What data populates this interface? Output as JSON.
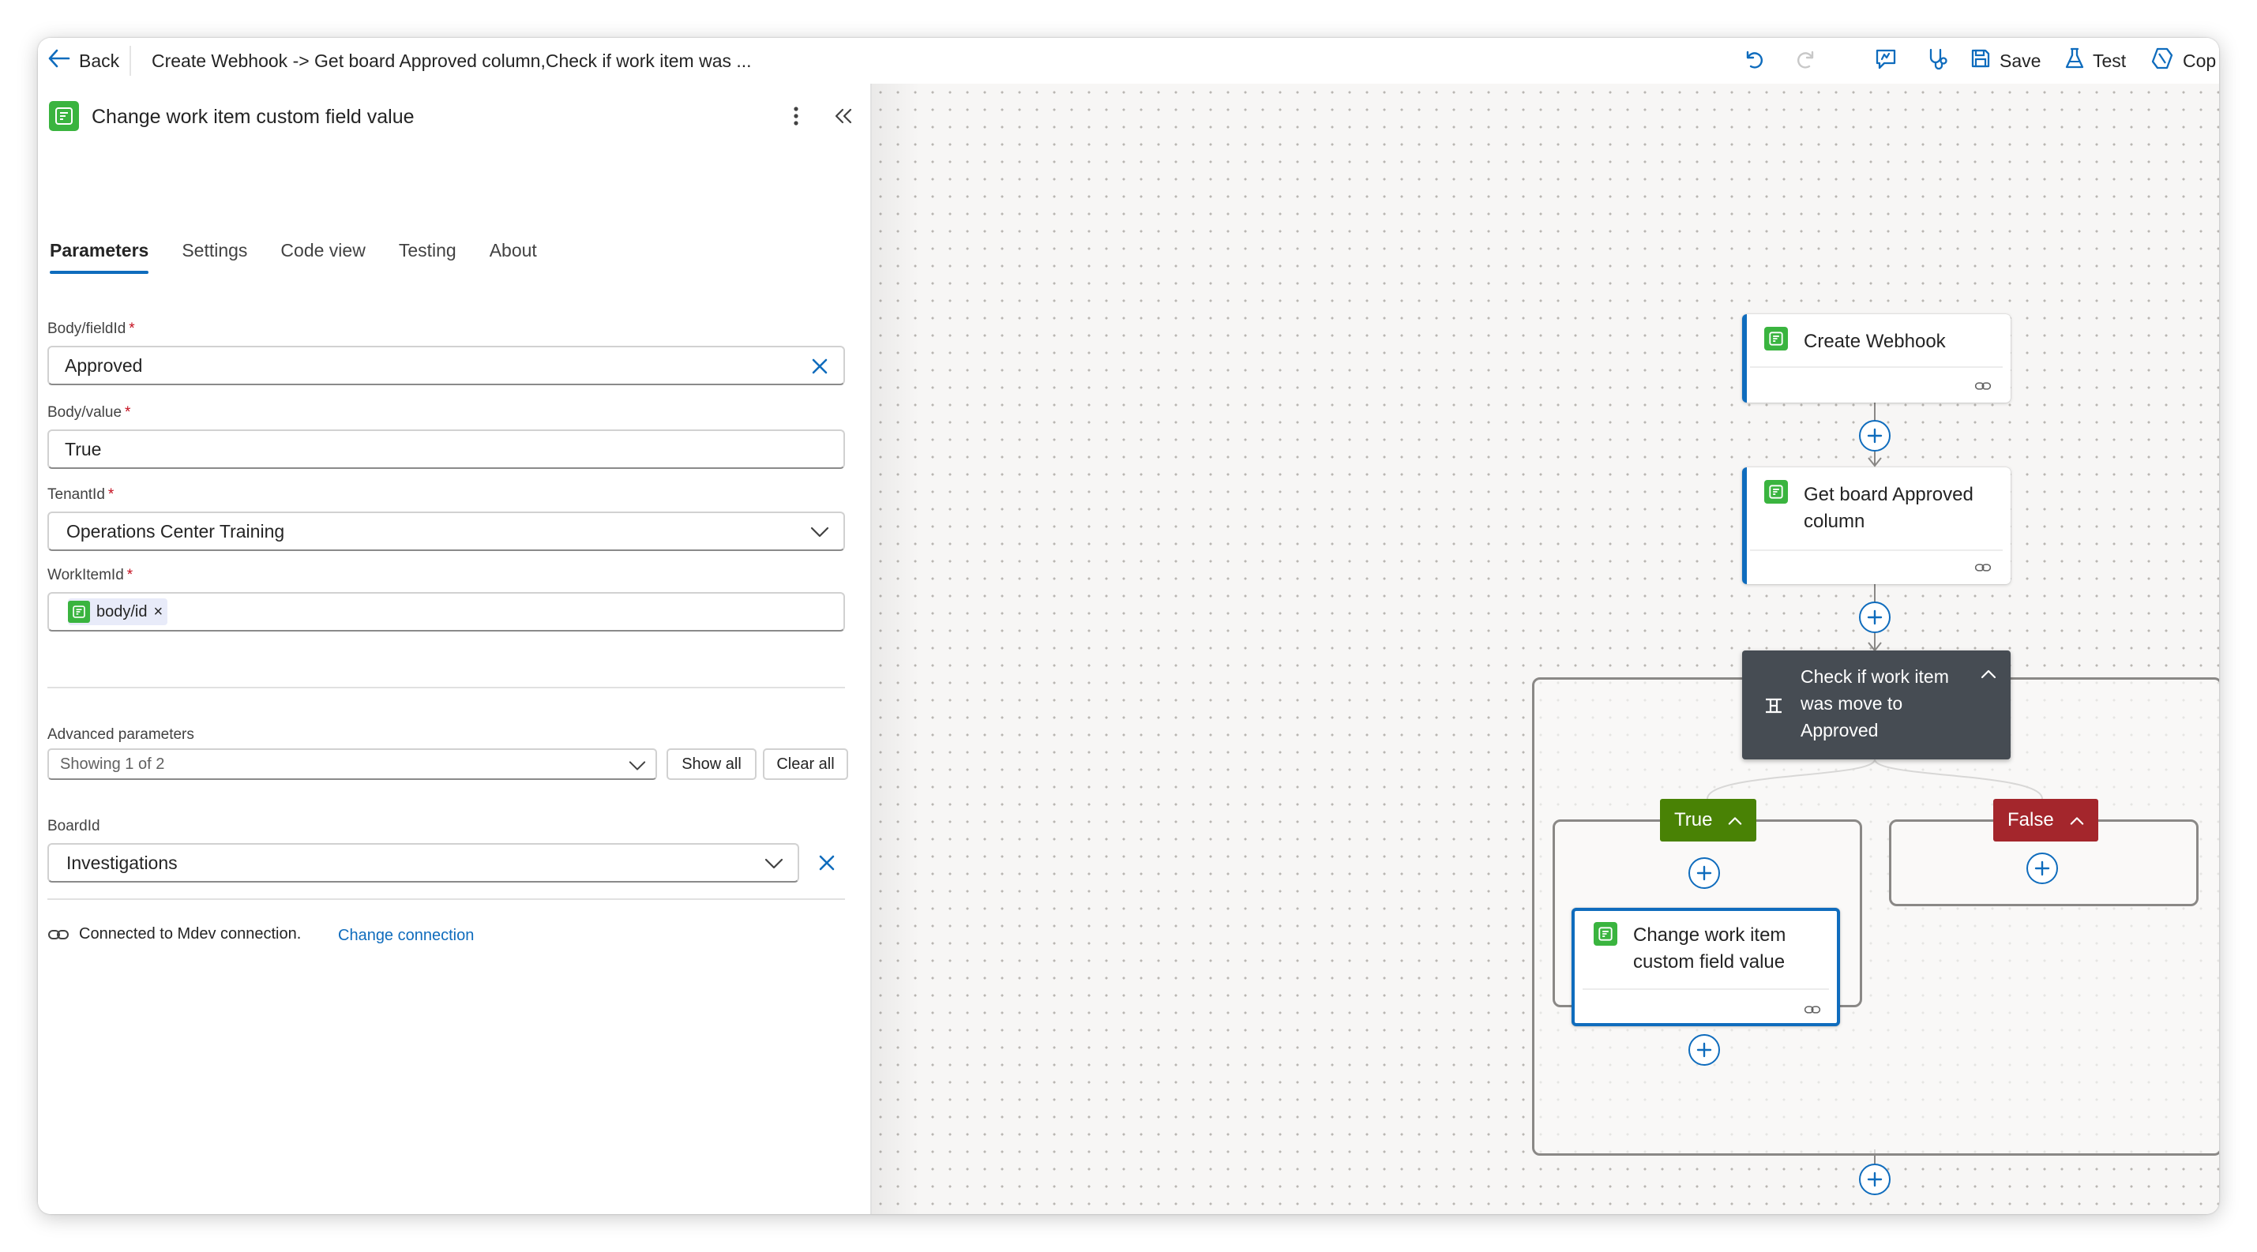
{
  "toolbar": {
    "back_label": "Back",
    "title": "Create Webhook -> Get board Approved column,Check if work item was ...",
    "save_label": "Save",
    "test_label": "Test",
    "copilot_label": "Cop"
  },
  "panel": {
    "title": "Change work item custom field value",
    "tabs": [
      "Parameters",
      "Settings",
      "Code view",
      "Testing",
      "About"
    ],
    "active_tab": "Parameters",
    "fields": {
      "fieldId": {
        "label": "Body/fieldId",
        "required": "*",
        "value": "Approved"
      },
      "value": {
        "label": "Body/value",
        "required": "*",
        "value": "True"
      },
      "tenantId": {
        "label": "TenantId",
        "required": "*",
        "value": "Operations Center Training"
      },
      "workItemId": {
        "label": "WorkItemId",
        "required": "*",
        "token": "body/id",
        "token_remove": "×"
      }
    },
    "advanced": {
      "label": "Advanced parameters",
      "showing": "Showing 1 of 2",
      "show_all": "Show all",
      "clear_all": "Clear all"
    },
    "boardId": {
      "label": "BoardId",
      "value": "Investigations"
    },
    "connection": {
      "text": "Connected to Mdev connection.",
      "change_link": "Change connection"
    }
  },
  "canvas": {
    "nodes": {
      "create_webhook": "Create Webhook",
      "get_board": "Get board Approved column",
      "condition": "Check if work item was move to Approved",
      "change_field": "Change work item custom field value"
    },
    "branches": {
      "true_label": "True",
      "false_label": "False"
    }
  },
  "colors": {
    "accent": "#0f6cbd",
    "action_icon": "#3ab43f",
    "condition_bg": "#464c53",
    "true_branch": "#498205",
    "false_branch": "#a4262c",
    "required": "#c50f1f"
  },
  "icons": [
    "back-arrow-icon",
    "undo-icon",
    "redo-icon",
    "feedback-icon",
    "checker-icon",
    "save-icon",
    "test-flask-icon",
    "copilot-icon",
    "more-icon",
    "collapse-icon",
    "clear-icon",
    "chevron-down-icon",
    "connection-link-icon",
    "plus-icon",
    "condition-icon",
    "chevron-up-icon",
    "action-icon"
  ]
}
